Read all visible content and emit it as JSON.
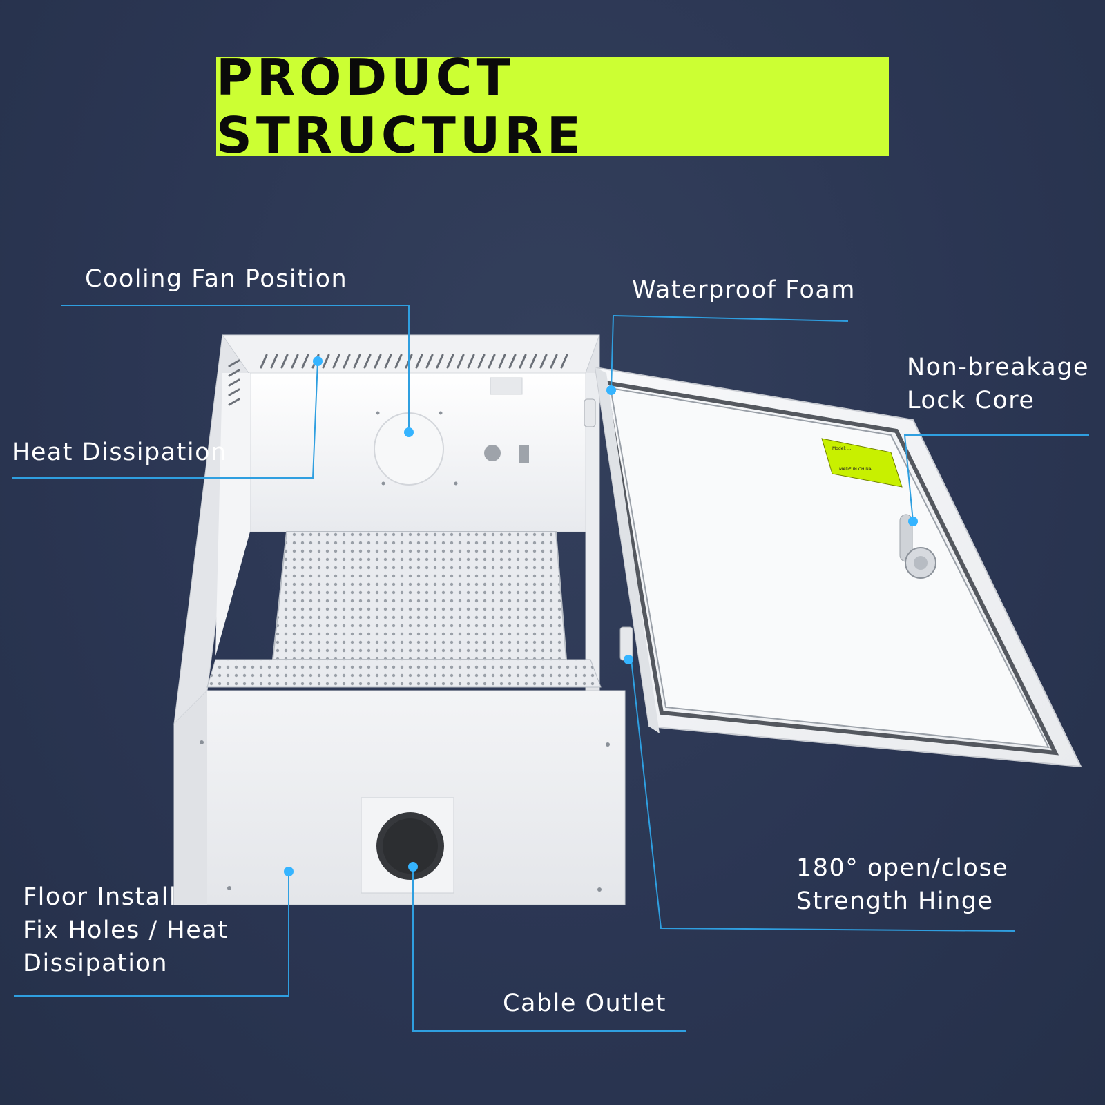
{
  "title": "PRODUCT STRUCTURE",
  "colors": {
    "background": "#2b3653",
    "banner": "#ccff33",
    "title_text": "#0a0a0a",
    "leader_line": "#2f9fe0",
    "marker_dot": "#35b4ff",
    "label_text": "#ffffff",
    "enclosure": "#eceef1",
    "sticker": "#c8f000"
  },
  "callouts": {
    "cooling_fan": "Cooling Fan Position",
    "waterproof_foam": "Waterproof Foam",
    "lock_core_line1": "Non-breakage",
    "lock_core_line2": "Lock Core",
    "heat_dissipation": "Heat Dissipation",
    "hinge_line1": "180° open/close",
    "hinge_line2": "Strength Hinge",
    "floor_install_line1": "Floor Install",
    "floor_install_line2": "Fix Holes / Heat",
    "floor_install_line3": "Dissipation",
    "cable_outlet": "Cable Outlet"
  },
  "door_sticker": {
    "line1": "Model: ...",
    "line4": "MADE IN CHINA"
  }
}
